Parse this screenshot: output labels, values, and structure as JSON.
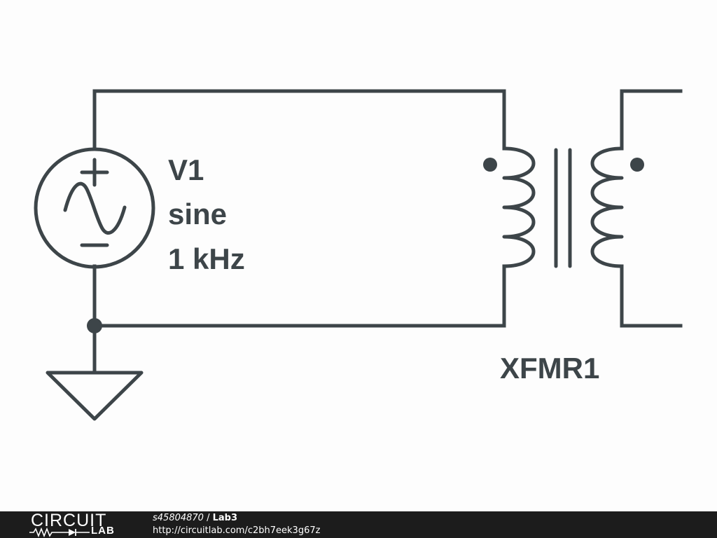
{
  "schematic": {
    "source": {
      "ref": "V1",
      "type": "sine",
      "frequency": "1 kHz",
      "icon": "sine-source-icon"
    },
    "transformer": {
      "ref": "XFMR1",
      "icon": "transformer-icon"
    },
    "ground": {
      "icon": "ground-icon"
    },
    "colors": {
      "ink": "#3d4549",
      "background": "#fdfdfd"
    }
  },
  "footer": {
    "brand_top": "CIRCUIT",
    "brand_bottom": "LAB",
    "user": "s45804870",
    "separator": " / ",
    "project": "Lab3",
    "url": "http://circuitlab.com/c2bh7eek3g67z",
    "background": "#1c1c1c"
  }
}
